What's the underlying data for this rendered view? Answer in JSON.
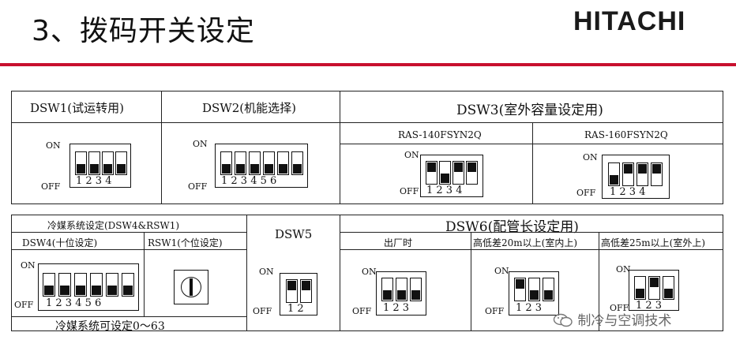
{
  "header": {
    "title": "3、拨码开关设定",
    "brand": "HITACHI"
  },
  "top_table": {
    "dsw1": "DSW1(试运转用)",
    "dsw2": "DSW2(机能选择)",
    "dsw3": "DSW3(室外容量设定用)",
    "dsw3_model_a": "RAS-140FSYN2Q",
    "dsw3_model_b": "RAS-160FSYN2Q"
  },
  "bottom_table": {
    "refrigerant_system": "冷媒系统设定(DSW4&RSW1)",
    "dsw4": "DSW4(十位设定)",
    "rsw1": "RSW1(个位设定)",
    "dsw5": "DSW5",
    "dsw6": "DSW6(配管长设定用)",
    "dsw6_factory": "出厂时",
    "dsw6_indoor_up": "高低差20m以上(室内上)",
    "dsw6_outdoor_up": "高低差25m以上(室外上)",
    "range_note": "冷媒系统可设定0～63"
  },
  "labels": {
    "on": "ON",
    "off": "OFF"
  },
  "switch_numbers": {
    "n4": "1 2 3 4",
    "n6": "1 2 3 4 5 6",
    "n2": "1 2",
    "n3": "1 2 3"
  },
  "watermark": "制冷与空调技术",
  "colors": {
    "accent_red": "#c8102e",
    "ink": "#111111"
  }
}
